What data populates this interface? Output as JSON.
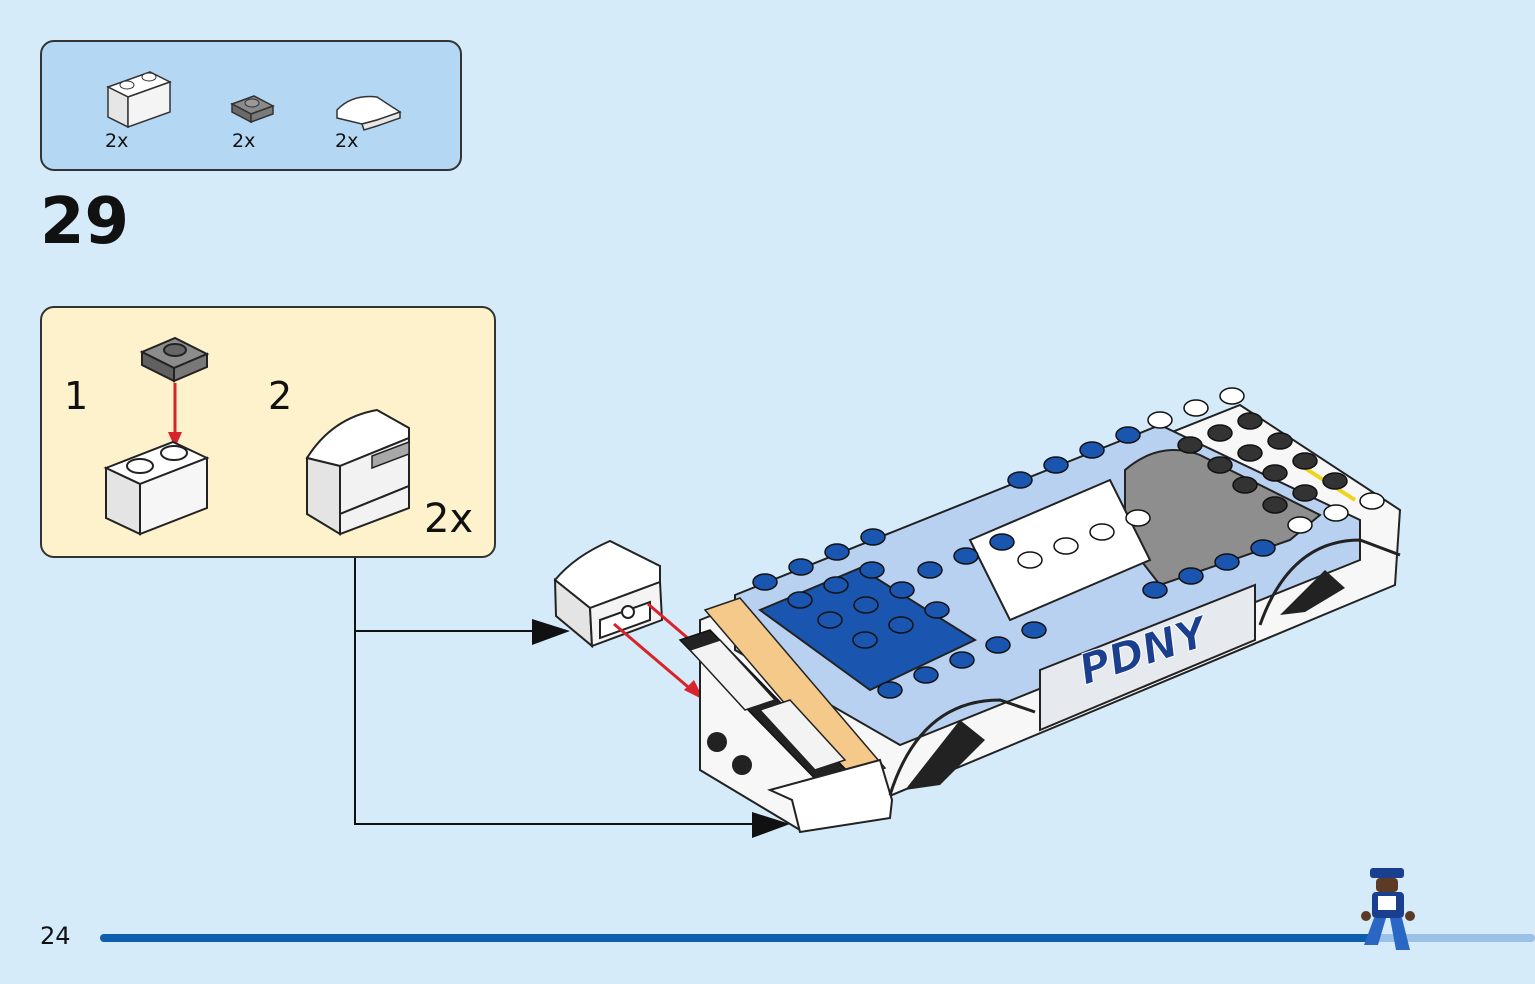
{
  "parts_list": [
    {
      "name": "white 1x2 brick",
      "count": "2x"
    },
    {
      "name": "dark grey 1x1 plate",
      "count": "2x"
    },
    {
      "name": "white curved slope",
      "count": "2x"
    }
  ],
  "step": {
    "number": "29"
  },
  "sub_assembly": {
    "step1": "1",
    "step2": "2",
    "multiplier": "2x"
  },
  "model": {
    "door_text": "PDNY"
  },
  "footer": {
    "page_number": "24",
    "progress": 0.89
  },
  "colors": {
    "background": "#d6ebfa",
    "parts_box": "#b4d8f4",
    "sub_box": "#fdf2cc",
    "progress_bar": "#0d5fad",
    "progress_track": "#9cc1e6",
    "arrow_red": "#d8232a"
  }
}
